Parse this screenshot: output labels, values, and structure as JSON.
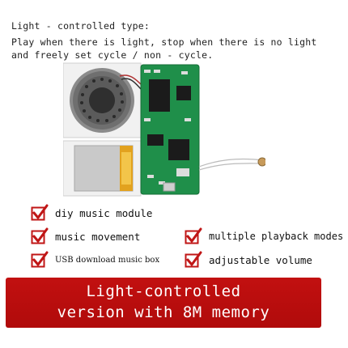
{
  "intro": {
    "title": "Light - controlled type:",
    "line1": "Play when there is light, stop when there is no light",
    "line2": "and freely set cycle / non - cycle."
  },
  "features": [
    {
      "label": "diy music module"
    },
    {
      "label": "music movement"
    },
    {
      "label": "multiple playback modes"
    },
    {
      "label": "USB download music box"
    },
    {
      "label": "adjustable volume"
    }
  ],
  "banner": {
    "line1": "Light-controlled",
    "line2": "version with 8M memory"
  },
  "colors": {
    "banner": "#b80d0d",
    "check": "#c01616",
    "pcb": "#1f8f4a"
  }
}
